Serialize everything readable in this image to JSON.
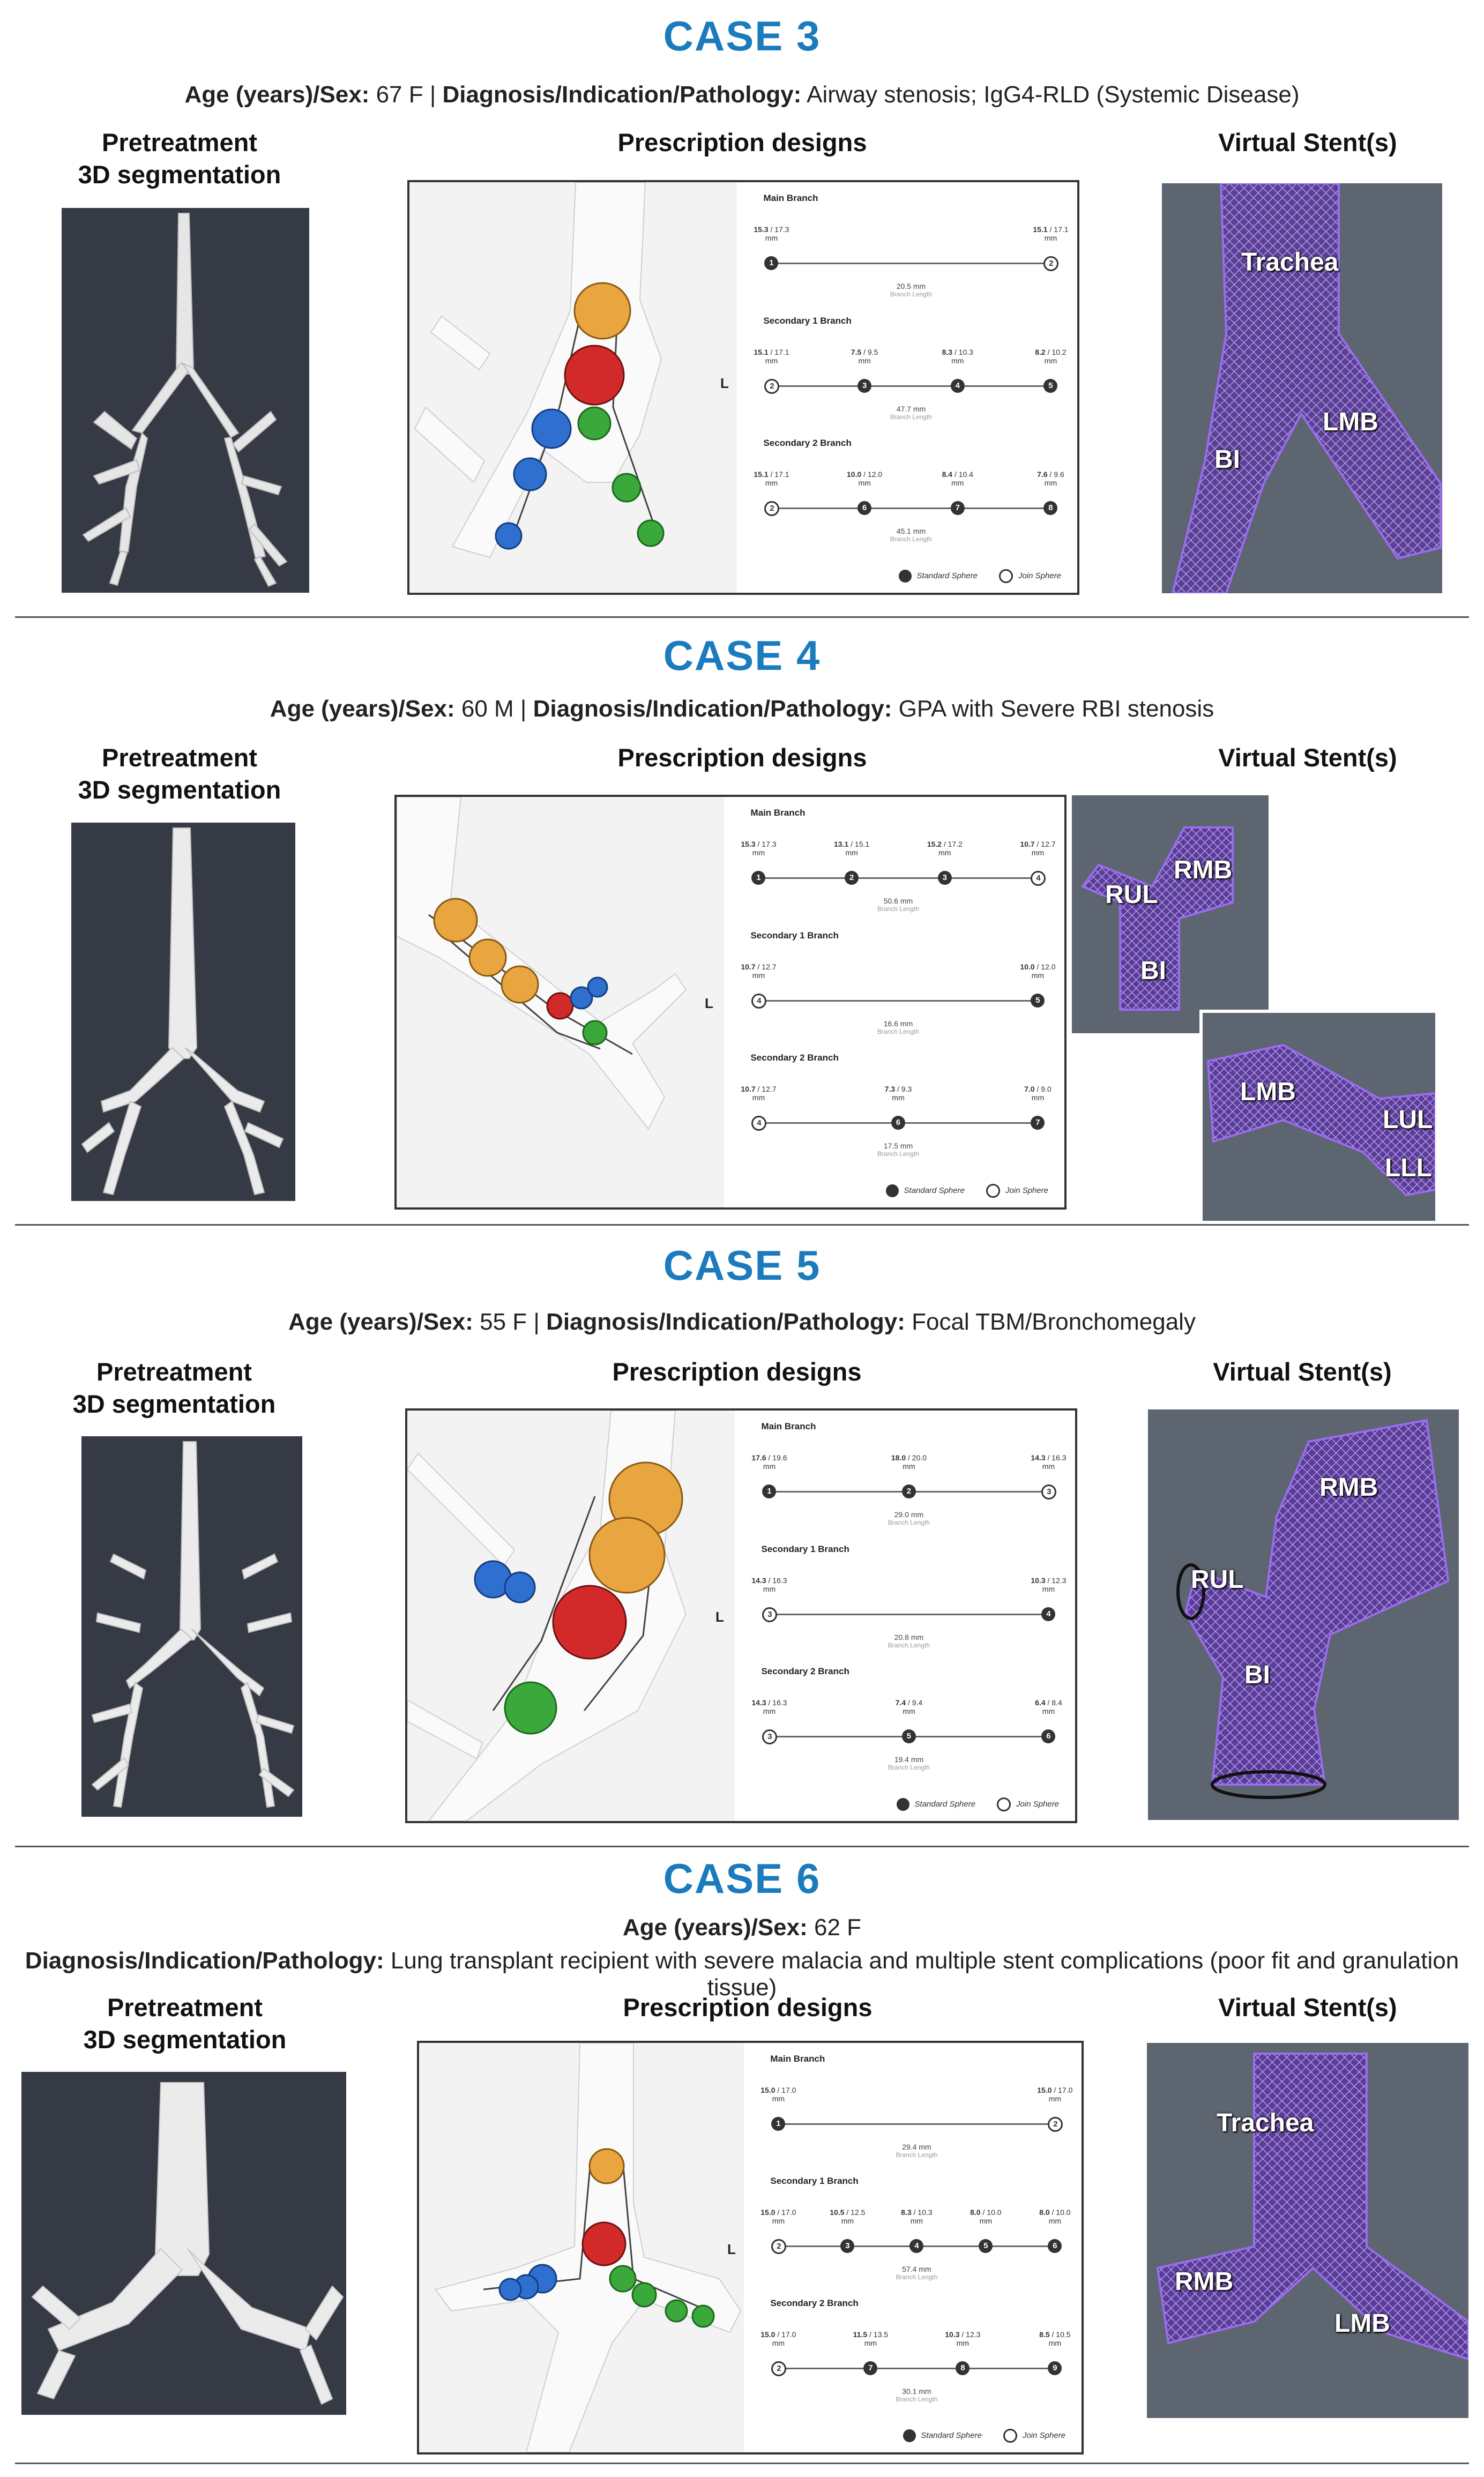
{
  "columns": {
    "pretreatment_line1": "Pretreatment",
    "pretreatment_line2": "3D segmentation",
    "prescription": "Prescription designs",
    "virtual": "Virtual Stent(s)"
  },
  "common": {
    "branch_length": "Branch Length",
    "standard_sphere": "Standard Sphere",
    "join_sphere": "Join Sphere",
    "L": "L"
  },
  "cases": [
    {
      "title": "CASE 3",
      "age_label": "Age (years)/Sex:",
      "age_value": "67 F",
      "sep": "|",
      "dx_label": "Diagnosis/Indication/Pathology:",
      "dx_value": "Airway stenosis; IgG4-RLD (Systemic Disease)",
      "branches": [
        {
          "name": "Main Branch",
          "length": "20.5 mm",
          "nodes": [
            {
              "n": "1",
              "d": "15.3",
              "d2": "/ 17.3",
              "join": false
            },
            {
              "n": "2",
              "d": "15.1",
              "d2": "/ 17.1",
              "join": true
            }
          ]
        },
        {
          "name": "Secondary 1 Branch",
          "length": "47.7 mm",
          "nodes": [
            {
              "n": "2",
              "d": "15.1",
              "d2": "/ 17.1",
              "join": true
            },
            {
              "n": "3",
              "d": "7.5",
              "d2": "/ 9.5",
              "join": false
            },
            {
              "n": "4",
              "d": "8.3",
              "d2": "/ 10.3",
              "join": false
            },
            {
              "n": "5",
              "d": "8.2",
              "d2": "/ 10.2",
              "join": false
            }
          ]
        },
        {
          "name": "Secondary 2 Branch",
          "length": "45.1 mm",
          "nodes": [
            {
              "n": "2",
              "d": "15.1",
              "d2": "/ 17.1",
              "join": true
            },
            {
              "n": "6",
              "d": "10.0",
              "d2": "/ 12.0",
              "join": false
            },
            {
              "n": "7",
              "d": "8.4",
              "d2": "/ 10.4",
              "join": false
            },
            {
              "n": "8",
              "d": "7.6",
              "d2": "/ 9.6",
              "join": false
            }
          ]
        }
      ],
      "stent_labels": [
        "Trachea",
        "LMB",
        "BI"
      ]
    },
    {
      "title": "CASE 4",
      "age_label": "Age (years)/Sex:",
      "age_value": "60 M",
      "sep": "|",
      "dx_label": "Diagnosis/Indication/Pathology:",
      "dx_value": "GPA with Severe RBI stenosis",
      "branches": [
        {
          "name": "Main Branch",
          "length": "50.6 mm",
          "nodes": [
            {
              "n": "1",
              "d": "15.3",
              "d2": "/ 17.3",
              "join": false
            },
            {
              "n": "2",
              "d": "13.1",
              "d2": "/ 15.1",
              "join": false
            },
            {
              "n": "3",
              "d": "15.2",
              "d2": "/ 17.2",
              "join": false
            },
            {
              "n": "4",
              "d": "10.7",
              "d2": "/ 12.7",
              "join": true
            }
          ]
        },
        {
          "name": "Secondary 1 Branch",
          "length": "16.6 mm",
          "nodes": [
            {
              "n": "4",
              "d": "10.7",
              "d2": "/ 12.7",
              "join": true
            },
            {
              "n": "5",
              "d": "10.0",
              "d2": "/ 12.0",
              "join": false
            }
          ]
        },
        {
          "name": "Secondary 2 Branch",
          "length": "17.5 mm",
          "nodes": [
            {
              "n": "4",
              "d": "10.7",
              "d2": "/ 12.7",
              "join": true
            },
            {
              "n": "6",
              "d": "7.3",
              "d2": "/ 9.3",
              "join": false
            },
            {
              "n": "7",
              "d": "7.0",
              "d2": "/ 9.0",
              "join": false
            }
          ]
        }
      ],
      "stent_labels": [
        "RUL",
        "RMB",
        "BI",
        "LMB",
        "LUL",
        "LLL"
      ]
    },
    {
      "title": "CASE 5",
      "age_label": "Age (years)/Sex:",
      "age_value": "55 F",
      "sep": "|",
      "dx_label": "Diagnosis/Indication/Pathology:",
      "dx_value": "Focal TBM/Bronchomegaly",
      "branches": [
        {
          "name": "Main Branch",
          "length": "29.0 mm",
          "nodes": [
            {
              "n": "1",
              "d": "17.6",
              "d2": "/ 19.6",
              "join": false
            },
            {
              "n": "2",
              "d": "18.0",
              "d2": "/ 20.0",
              "join": false
            },
            {
              "n": "3",
              "d": "14.3",
              "d2": "/ 16.3",
              "join": true
            }
          ]
        },
        {
          "name": "Secondary 1 Branch",
          "length": "20.8 mm",
          "nodes": [
            {
              "n": "3",
              "d": "14.3",
              "d2": "/ 16.3",
              "join": true
            },
            {
              "n": "4",
              "d": "10.3",
              "d2": "/ 12.3",
              "join": false
            }
          ]
        },
        {
          "name": "Secondary 2 Branch",
          "length": "19.4 mm",
          "nodes": [
            {
              "n": "3",
              "d": "14.3",
              "d2": "/ 16.3",
              "join": true
            },
            {
              "n": "5",
              "d": "7.4",
              "d2": "/ 9.4",
              "join": false
            },
            {
              "n": "6",
              "d": "6.4",
              "d2": "/ 8.4",
              "join": false
            }
          ]
        }
      ],
      "stent_labels": [
        "RMB",
        "RUL",
        "BI"
      ]
    },
    {
      "title": "CASE 6",
      "age_label": "Age (years)/Sex:",
      "age_value": "62 F",
      "dx_label": "Diagnosis/Indication/Pathology:",
      "dx_value": "Lung transplant recipient with severe malacia and multiple stent complications (poor fit and granulation tissue)",
      "branches": [
        {
          "name": "Main Branch",
          "length": "29.4 mm",
          "nodes": [
            {
              "n": "1",
              "d": "15.0",
              "d2": "/ 17.0",
              "join": false
            },
            {
              "n": "2",
              "d": "15.0",
              "d2": "/ 17.0",
              "join": true
            }
          ]
        },
        {
          "name": "Secondary 1 Branch",
          "length": "57.4 mm",
          "nodes": [
            {
              "n": "2",
              "d": "15.0",
              "d2": "/ 17.0",
              "join": true
            },
            {
              "n": "3",
              "d": "10.5",
              "d2": "/ 12.5",
              "join": false
            },
            {
              "n": "4",
              "d": "8.3",
              "d2": "/ 10.3",
              "join": false
            },
            {
              "n": "5",
              "d": "8.0",
              "d2": "/ 10.0",
              "join": false
            },
            {
              "n": "6",
              "d": "8.0",
              "d2": "/ 10.0",
              "join": false
            }
          ]
        },
        {
          "name": "Secondary 2 Branch",
          "length": "30.1 mm",
          "nodes": [
            {
              "n": "2",
              "d": "15.0",
              "d2": "/ 17.0",
              "join": true
            },
            {
              "n": "7",
              "d": "11.5",
              "d2": "/ 13.5",
              "join": false
            },
            {
              "n": "8",
              "d": "10.3",
              "d2": "/ 12.3",
              "join": false
            },
            {
              "n": "9",
              "d": "8.5",
              "d2": "/ 10.5",
              "join": false
            }
          ]
        }
      ],
      "stent_labels": [
        "Trachea",
        "RMB",
        "LMB"
      ]
    }
  ],
  "colors": {
    "case_title": "#1b7bbd",
    "stent_mesh": "#7a45c8",
    "sphere_orange": "#e8a540",
    "sphere_red": "#d22a2a",
    "sphere_blue": "#2e6fd0",
    "sphere_green": "#3aa83a"
  }
}
